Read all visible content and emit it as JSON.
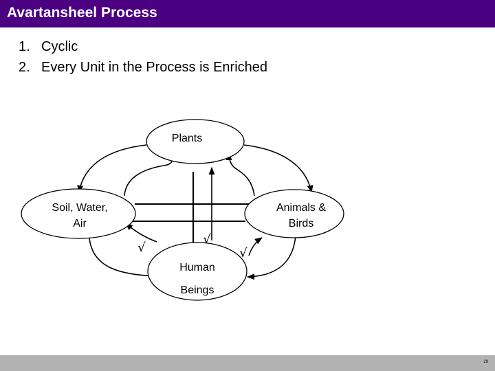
{
  "slide": {
    "title": "Avartansheel Process",
    "points": [
      {
        "number": "1.",
        "text": "Cyclic"
      },
      {
        "number": "2.",
        "text": "Every Unit in the Process is Enriched"
      }
    ],
    "page_number": "29"
  },
  "diagram": {
    "nodes": {
      "plants": {
        "line1": "Plants"
      },
      "soil": {
        "line1": "Soil, Water,",
        "line2": "Air"
      },
      "animals": {
        "line1": "Animals &",
        "line2": "Birds"
      },
      "human": {
        "line1": "Human",
        "line2": "Beings"
      }
    },
    "check_mark": "√"
  },
  "colors": {
    "title_bar": "#4b0082",
    "footer_bar": "#b3b3b3"
  }
}
